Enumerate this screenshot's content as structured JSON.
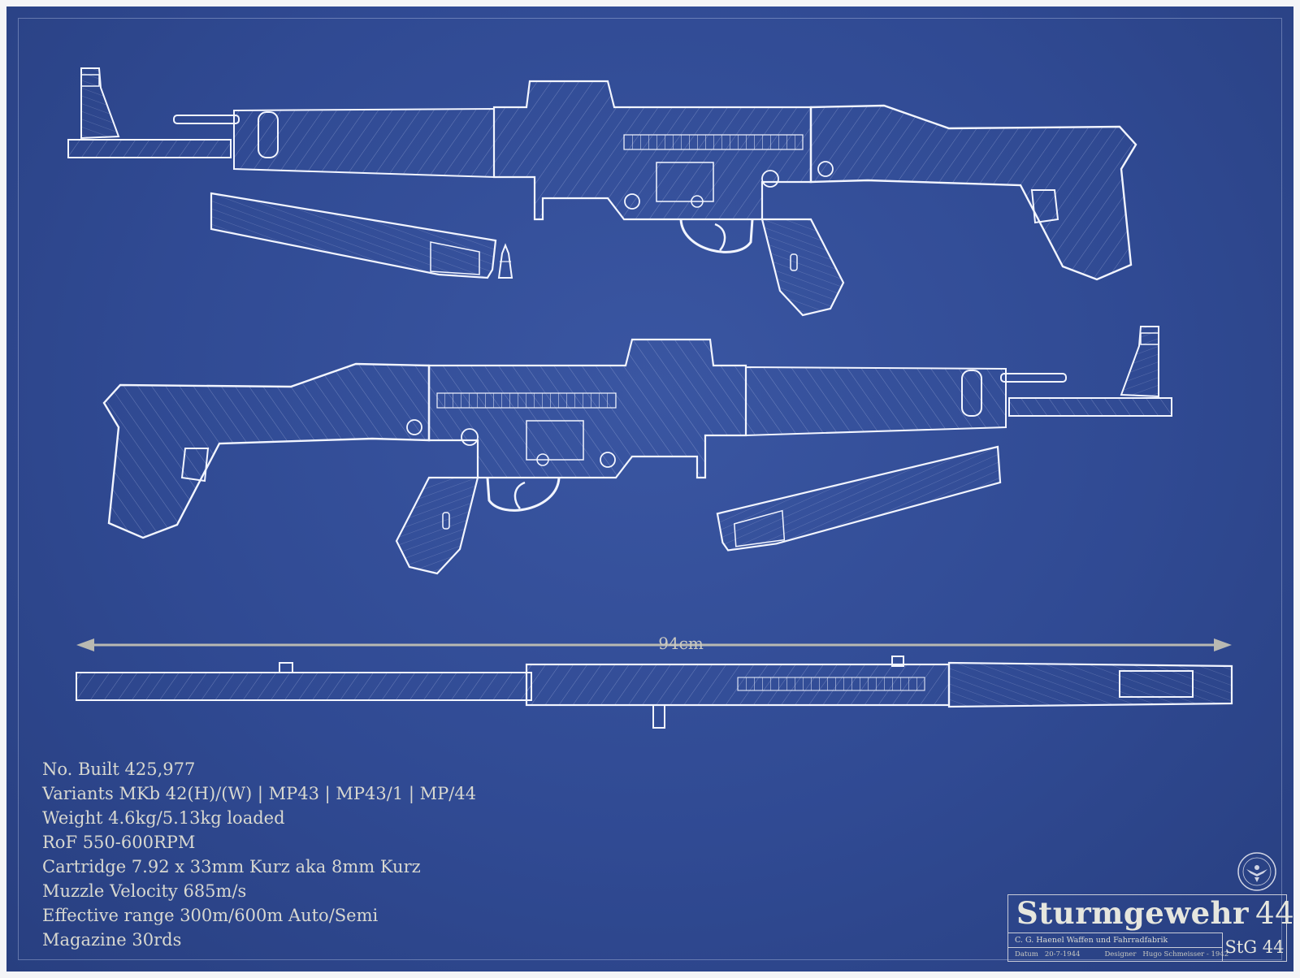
{
  "dimension": {
    "label": "94cm"
  },
  "specs": [
    "No. Built 425,977",
    "Variants MKb 42(H)/(W) | MP43 | MP43/1 | MP/44",
    "Weight 4.6kg/5.13kg loaded",
    "RoF 550-600RPM",
    "Cartridge 7.92 x 33mm Kurz aka 8mm Kurz",
    "Muzzle Velocity 685m/s",
    "Effective range 300m/600m Auto/Semi",
    "Magazine 30rds"
  ],
  "title_block": {
    "title": "Sturmgewehr",
    "model_number": "44",
    "manufacturer": "C. G. Haenel Waffen und Fahrradfabrik",
    "date_label": "Datum",
    "date_value": "20-7-1944",
    "designer_label": "Designer",
    "designer_value": "Hugo Schmeisser - 1942",
    "code": "StG 44"
  },
  "colors": {
    "background": "#304a93",
    "linework": "#eef2ff",
    "dimension_line": "#b9b9b2",
    "text": "#d8d8d0"
  },
  "icons": {
    "seal": "eagle-seal-icon"
  }
}
